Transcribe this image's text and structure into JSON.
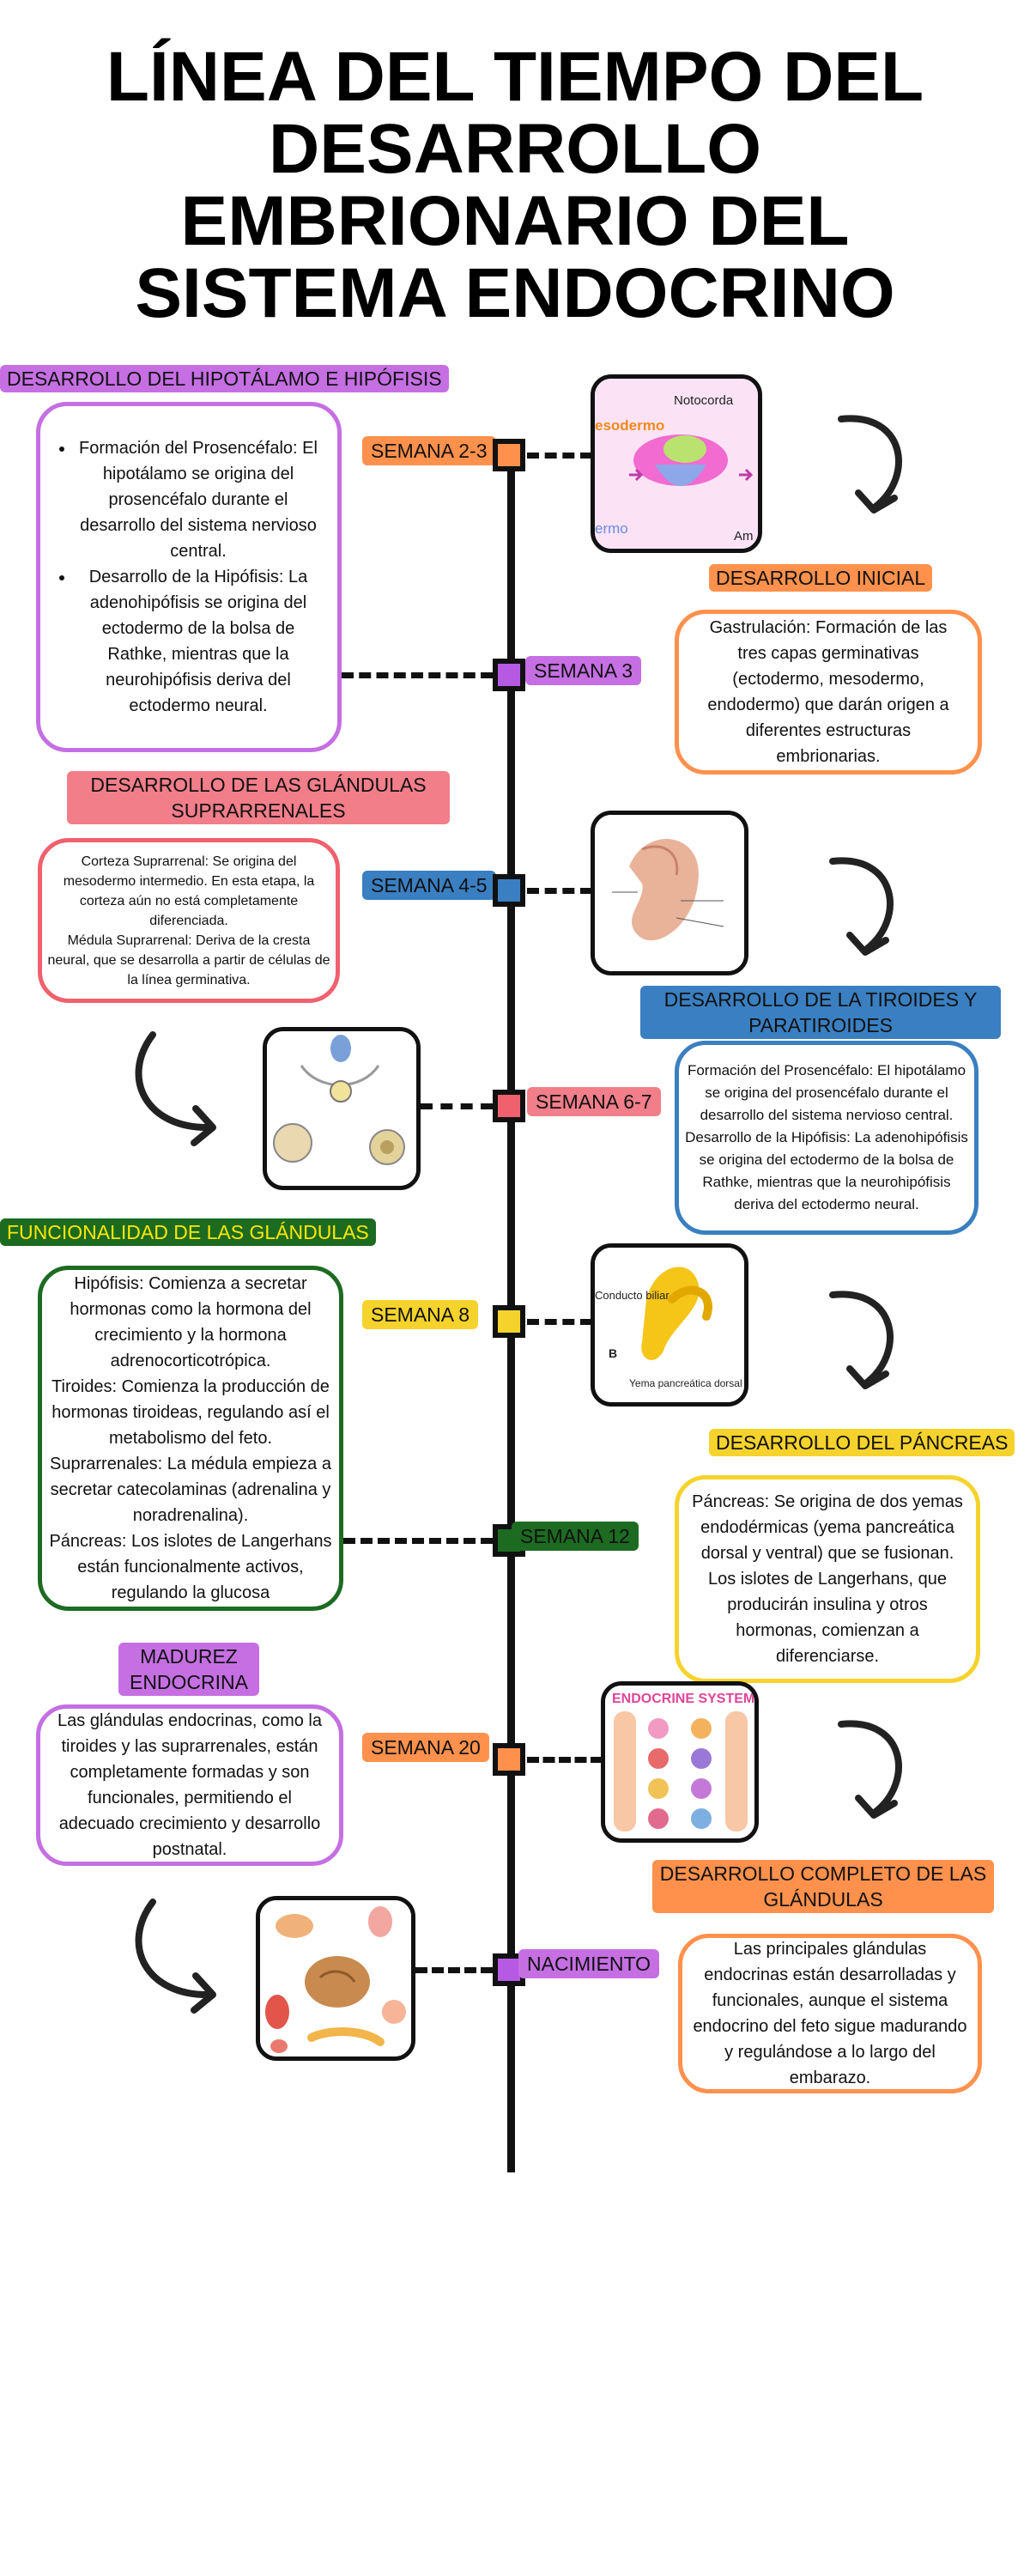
{
  "title": "LÍNEA DEL TIEMPO DEL DESARROLLO EMBRIONARIO DEL SISTEMA ENDOCRINO",
  "colors": {
    "orange": "#FF914D",
    "purple": "#B659E3",
    "blue": "#3A7FC1",
    "red": "#F0616D",
    "yellow": "#F5D32C",
    "green": "#1C6B21",
    "purple_light": "#C56FE3",
    "red_light": "#F27E8A"
  },
  "weeks": {
    "w23": "SEMANA 2-3",
    "w3": "SEMANA 3",
    "w45": "SEMANA 4-5",
    "w67": "SEMANA 6-7",
    "w8": "SEMANA 8",
    "w12": "SEMANA 12",
    "w20": "SEMANA 20",
    "birth": "NACIMIENTO"
  },
  "headers": {
    "hipotalamo": "DESARROLLO DEL HIPOTÁLAMO E HIPÓFISIS",
    "inicial": "DESARROLLO INICIAL",
    "suprarrenales": "DESARROLLO DE LAS GLÁNDULAS SUPRARRENALES",
    "tiroides": "DESARROLLO DE LA TIROIDES Y PARATIROIDES",
    "funcionalidad": "FUNCIONALIDAD DE LAS GLÁNDULAS",
    "pancreas": "DESARROLLO DEL PÁNCREAS",
    "madurez": "MADUREZ ENDOCRINA",
    "completo": "DESARROLLO COMPLETO DE LAS GLÁNDULAS"
  },
  "cards": {
    "hipotalamo_items": [
      "Formación del Prosencéfalo: El hipotálamo se origina del prosencéfalo durante el desarrollo del sistema nervioso central.",
      "Desarrollo de la Hipófisis: La adenohipófisis se origina del ectodermo de la bolsa de Rathke, mientras que la neurohipófisis deriva del ectodermo neural."
    ],
    "inicial": "Gastrulación: Formación de las tres capas germinativas (ectodermo, mesodermo, endodermo) que darán origen a diferentes estructuras embrionarias.",
    "suprarrenales_1": "Corteza Suprarrenal: Se origina del mesodermo intermedio. En esta etapa, la corteza aún no está completamente diferenciada.",
    "suprarrenales_2": "Médula Suprarrenal: Deriva de la cresta neural, que se desarrolla a partir de células de la línea germinativa.",
    "tiroides_1": "Formación del Prosencéfalo: El hipotálamo se origina del prosencéfalo durante el desarrollo del sistema nervioso central.",
    "tiroides_2": "Desarrollo de la Hipófisis: La adenohipófisis se origina del ectodermo de la bolsa de Rathke, mientras que la neurohipófisis deriva del ectodermo neural.",
    "funcionalidad": [
      "Hipófisis: Comienza a secretar hormonas como la hormona del crecimiento y la hormona adrenocorticotrópica.",
      "Tiroides: Comienza la producción de hormonas tiroideas, regulando así el metabolismo del feto.",
      "Suprarrenales: La médula empieza a secretar catecolaminas (adrenalina y noradrenalina).",
      "Páncreas: Los islotes de Langerhans están funcionalmente activos, regulando la glucosa"
    ],
    "pancreas": "Páncreas: Se origina de dos yemas endodérmicas (yema pancreática dorsal y ventral) que se fusionan. Los islotes de Langerhans, que producirán insulina y otros hormonas, comienzan a diferenciarse.",
    "madurez": "Las glándulas endocrinas, como la tiroides y las suprarrenales, están completamente formadas y son funcionales, permitiendo el adecuado crecimiento y desarrollo postnatal.",
    "completo": "Las principales glándulas endocrinas están desarrolladas y funcionales, aunque el sistema endocrino del feto sigue madurando y regulándose a lo largo del embarazo."
  },
  "image_labels": {
    "img1_notocorda": "Notocorda",
    "img1_mesodermo": "esodermo",
    "img1_ermo": "ermo",
    "img1_am": "Am",
    "img5_conducto": "Conducto biliar",
    "img5_b": "B",
    "img5_yema": "Yema pancreática dorsal",
    "img6_title": "ENDOCRINE SYSTEM"
  }
}
